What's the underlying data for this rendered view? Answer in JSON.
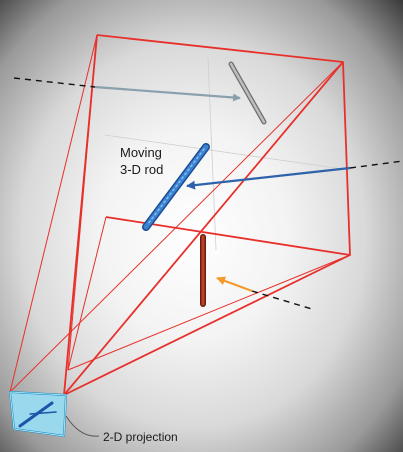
{
  "labels": {
    "rod_line1": "Moving",
    "rod_line2": "3-D rod",
    "projection": "2-D projection"
  },
  "colors": {
    "frustum": "#e8302a",
    "grid": "#c8c8c8",
    "gray_rod": "#9b9b9b",
    "blue_rod": "#2a6fbf",
    "red_rod": "#a2311d",
    "gray_arrow": "#8aa0ae",
    "blue_arrow": "#2e62ab",
    "orange_arrow": "#f39a2b",
    "projection_fill": "#8fd6ef"
  }
}
